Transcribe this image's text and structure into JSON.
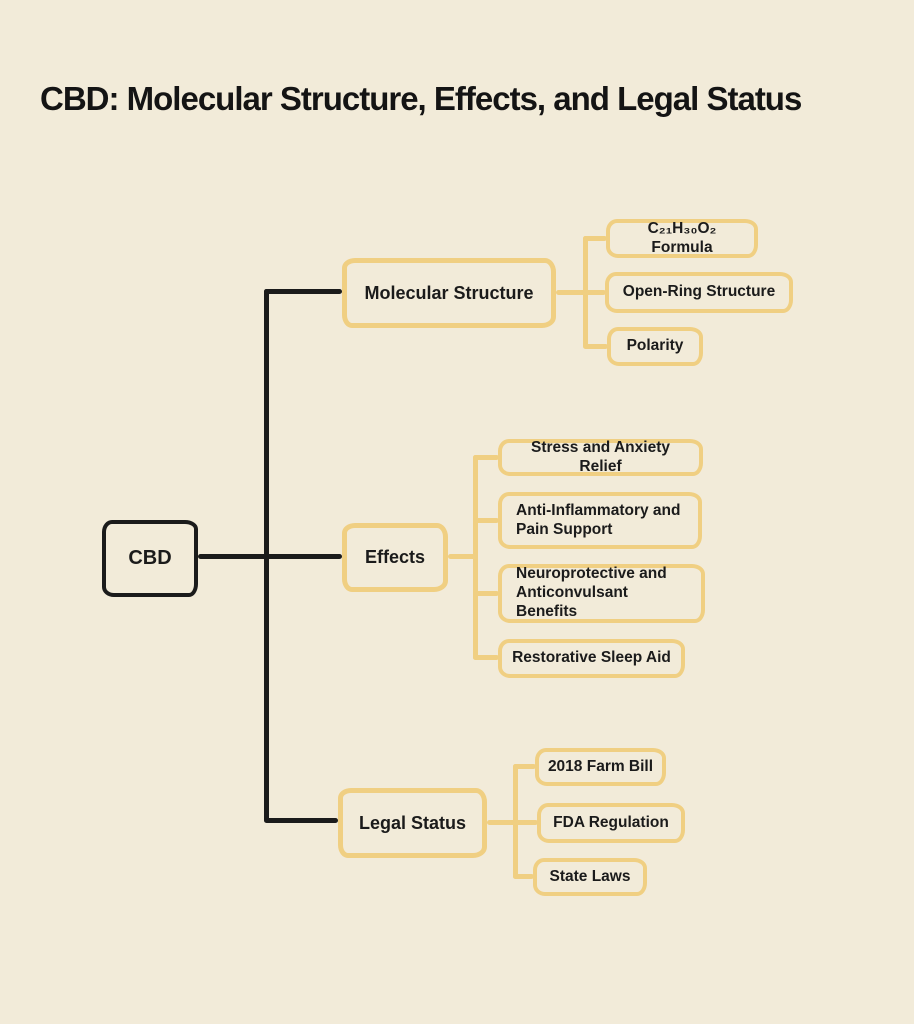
{
  "page": {
    "title": "CBD: Molecular Structure, Effects, and Legal Status"
  },
  "colors": {
    "background": "#f2ebd9",
    "accent_gold": "#f0cf82",
    "ink_black": "#1b1b1b"
  },
  "diagram": {
    "root": {
      "label": "CBD"
    },
    "branches": [
      {
        "label": "Molecular Structure",
        "children": [
          {
            "label": "C₂₁H₃₀O₂ Formula"
          },
          {
            "label": "Open-Ring Structure"
          },
          {
            "label": "Polarity"
          }
        ]
      },
      {
        "label": "Effects",
        "children": [
          {
            "label": "Stress and Anxiety Relief"
          },
          {
            "label": "Anti-Inflammatory and Pain Support"
          },
          {
            "label": "Neuroprotective and Anticonvulsant Benefits"
          },
          {
            "label": "Restorative Sleep Aid"
          }
        ]
      },
      {
        "label": "Legal Status",
        "children": [
          {
            "label": "2018 Farm Bill"
          },
          {
            "label": "FDA Regulation"
          },
          {
            "label": "State Laws"
          }
        ]
      }
    ]
  }
}
